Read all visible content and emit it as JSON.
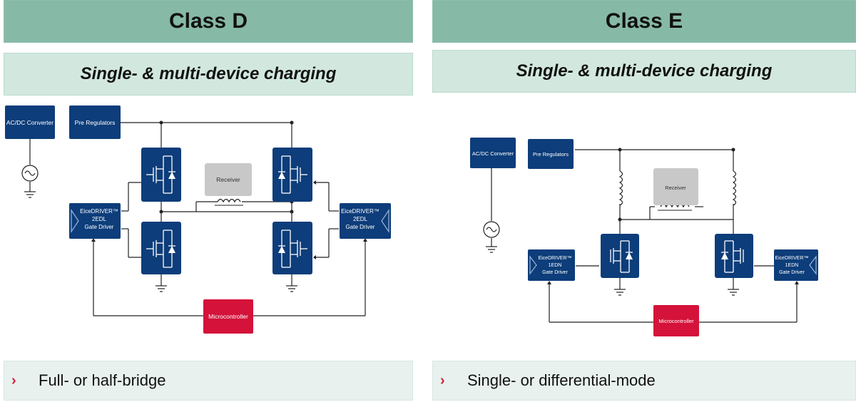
{
  "left": {
    "title": "Class D",
    "subtitle": "Single- & multi-device charging",
    "bullet": "Full- or half-bridge",
    "blocks": {
      "acdc": "AC/DC Converter",
      "pre": "Pre Regulators",
      "receiver": "Receiver",
      "driver_l": [
        "EiceDRIVER™",
        "2EDL",
        "Gate Driver"
      ],
      "driver_r": [
        "EiceDRIVER™",
        "2EDL",
        "Gate Driver"
      ],
      "mcu": "Microcontroller"
    }
  },
  "right": {
    "title": "Class E",
    "subtitle": "Single- & multi-device charging",
    "bullet": "Single- or differential-mode",
    "blocks": {
      "acdc": "AC/DC Converter",
      "pre": "Pre Regulators",
      "receiver": "Receiver",
      "driver_l": [
        "EiceDRIVER™",
        "1EDN",
        "Gate Driver"
      ],
      "driver_r": [
        "EiceDRIVER™",
        "1EDN",
        "Gate Driver"
      ],
      "mcu": "Microcontroller"
    }
  },
  "bullet_marker": "›",
  "colors": {
    "header": "#86b9a6",
    "subheader": "#d2e8df",
    "block": "#0d3d7a",
    "mcu": "#d4123a",
    "receiver": "#c8c8c8"
  }
}
